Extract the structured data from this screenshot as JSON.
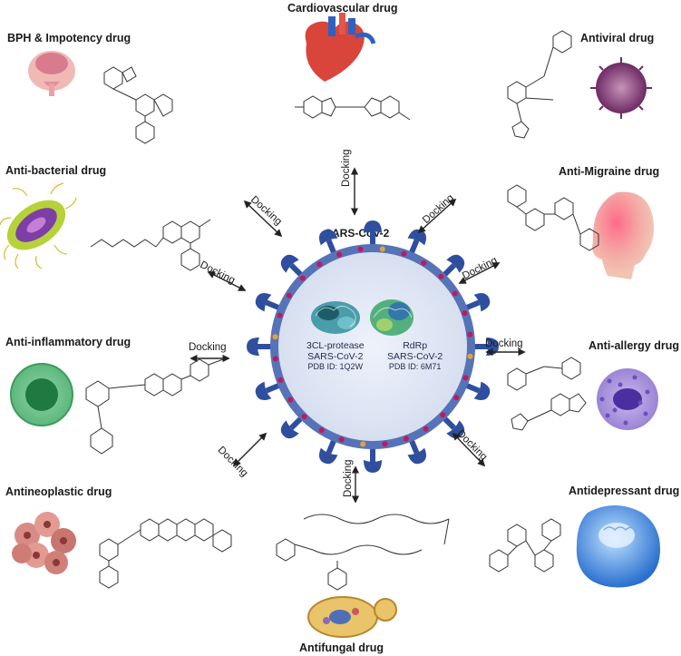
{
  "center": {
    "title": "SARS-CoV-2",
    "protease": {
      "name": "3CL-protease",
      "virus": "SARS-CoV-2",
      "pdb": "PDB ID: 1Q2W"
    },
    "rdrp": {
      "name": "RdRp",
      "virus": "SARS-CoV-2",
      "pdb": "PDB ID: 6M71"
    }
  },
  "docking_label": "Docking",
  "drug_classes": {
    "cardiovascular": "Cardiovascular drug",
    "bph": "BPH & Impotency drug",
    "antiviral": "Antiviral drug",
    "antibacterial": "Anti-bacterial drug",
    "antimigraine": "Anti-Migraine drug",
    "antiinflammatory": "Anti-inflammatory drug",
    "antiallergy": "Anti-allergy drug",
    "antineoplastic": "Antineoplastic drug",
    "antidepressant": "Antidepressant drug",
    "antifungal": "Antifungal drug"
  },
  "colors": {
    "virus_body": "#3b5aa6",
    "virus_ring": "#5673b8",
    "spike": "#2f4f9e",
    "accent_pink": "#c2185b",
    "accent_orange": "#e8a13a",
    "protein_teal": "#2f8f9d",
    "protein_green": "#3aa56a"
  }
}
